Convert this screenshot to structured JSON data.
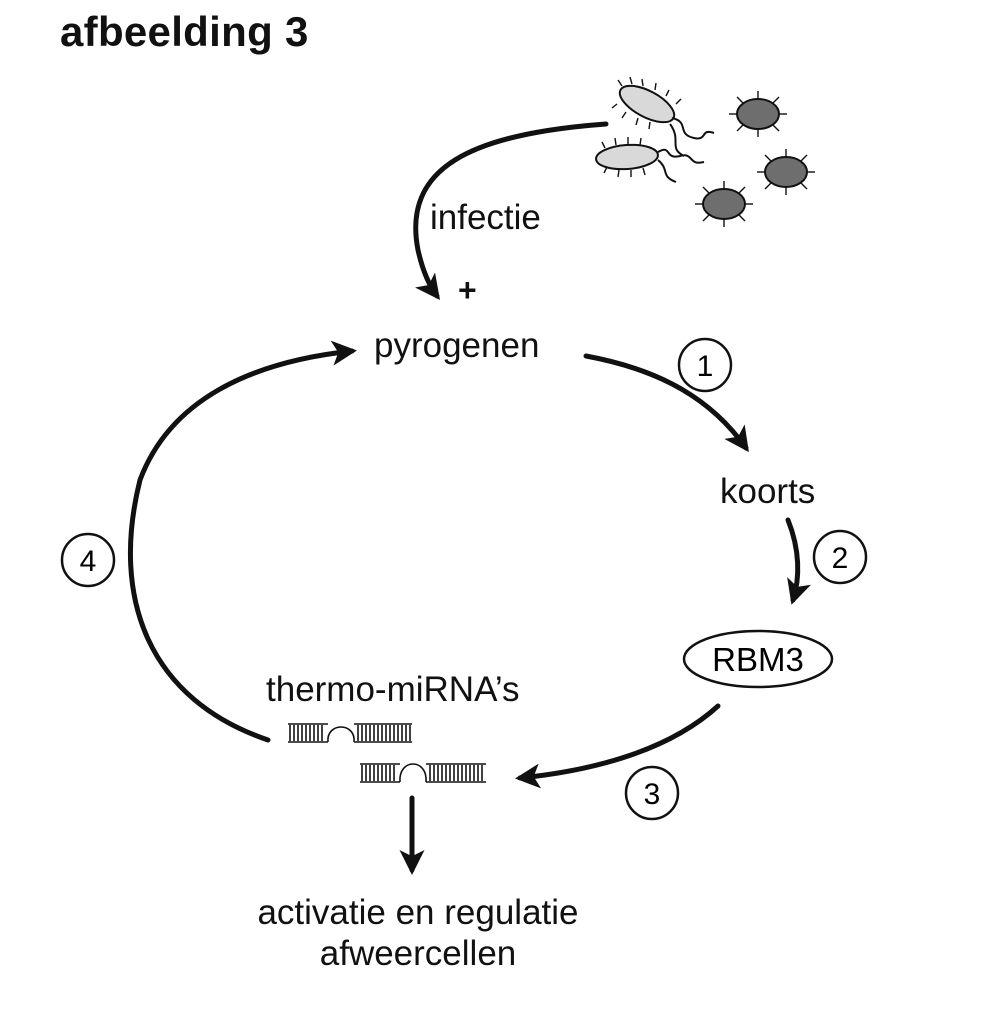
{
  "title": "afbeelding 3",
  "labels": {
    "infection": "infectie",
    "plus": "+",
    "pyrogens": "pyrogenen",
    "fever": "koorts",
    "rbm3": "RBM3",
    "mirna": "thermo-miRNA’s",
    "outcome_line1": "activatie en regulatie",
    "outcome_line2": "afweercellen"
  },
  "steps": [
    "1",
    "2",
    "3",
    "4"
  ]
}
